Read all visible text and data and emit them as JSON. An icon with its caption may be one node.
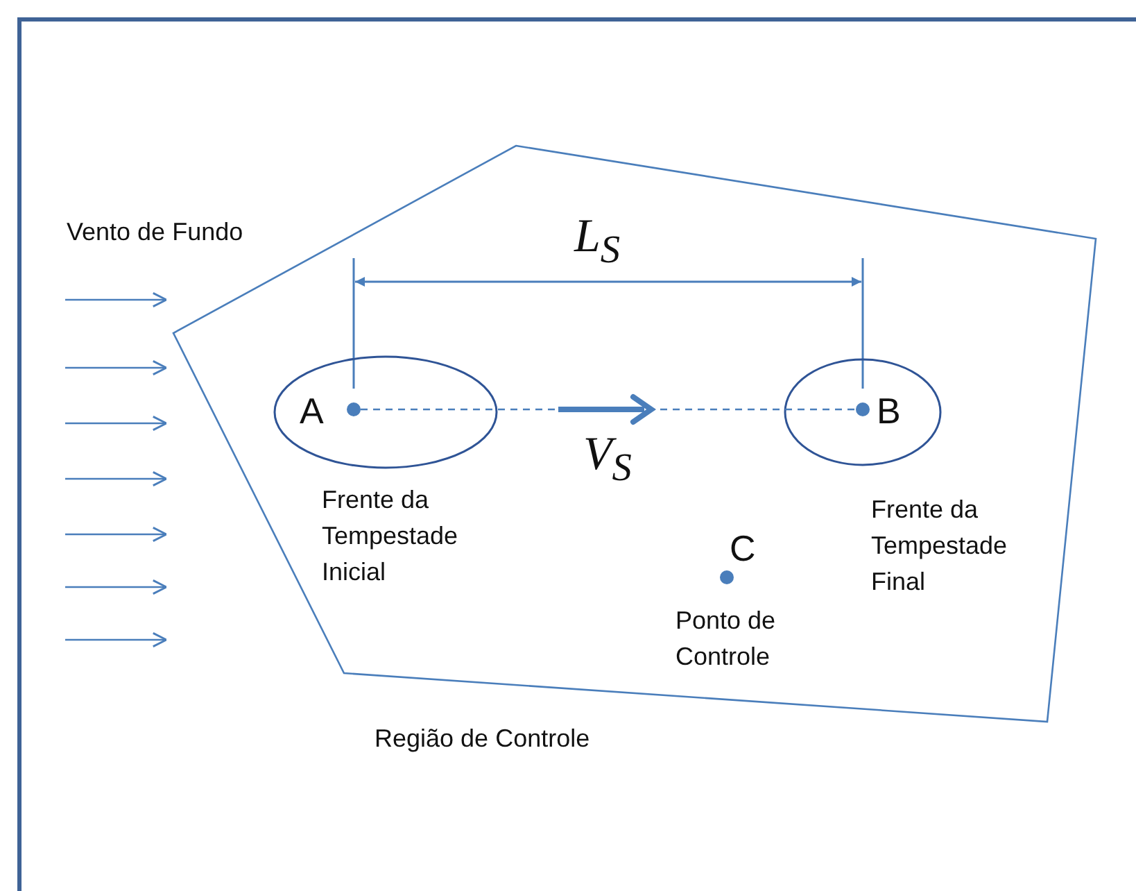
{
  "diagram": {
    "nodes": [
      {
        "text": [
          "Região de Controle"
        ]
      },
      {
        "text": [
          "Frente da Tempestade Inicial"
        ],
        "in": 0
      },
      {
        "text": [
          "A"
        ],
        "in": 1
      },
      {
        "text": [
          "Frente da Tempestade Final"
        ],
        "in": 0
      },
      {
        "text": [
          "B"
        ],
        "in": 3
      },
      {
        "text": [
          "C",
          "Ponto de Controle"
        ],
        "in": 0
      }
    ],
    "edges": [
      {
        "from": 2,
        "to": 4,
        "arrow": "to",
        "label": "V$_{S}$",
        "style": "dashed"
      }
    ],
    "labels": [
      "Vento de Fundo",
      "L$_{S}$"
    ]
  }
}
